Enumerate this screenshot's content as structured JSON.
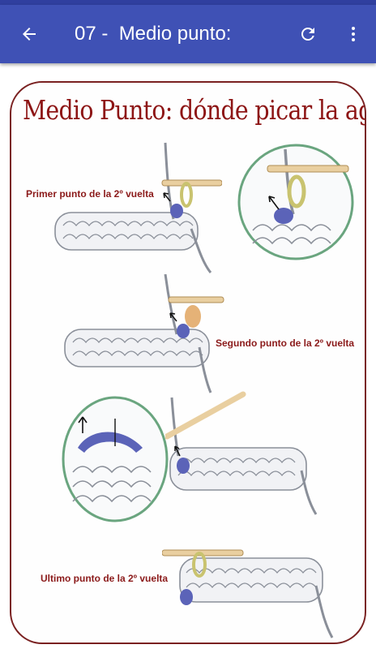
{
  "appbar": {
    "title": "07 -  Medio punto:",
    "back_icon": "arrow-back-icon",
    "refresh_icon": "refresh-icon",
    "more_icon": "more-vert-icon",
    "color": "#3F51B5",
    "statusbar_color": "#303F9F"
  },
  "illustration": {
    "heading": "Medio Punto: dónde picar la aguja",
    "labels": {
      "first": "Primer punto de la 2º vuelta",
      "second": "Segundo punto de la 2º vuelta",
      "last": "Ultimo punto de la 2º vuelta"
    },
    "colors": {
      "frame": "#7a2121",
      "heading": "#8d1515",
      "loop_highlight": "#5b63b8",
      "circle": "#6aa57f",
      "hook": "#e9cfa0"
    }
  }
}
